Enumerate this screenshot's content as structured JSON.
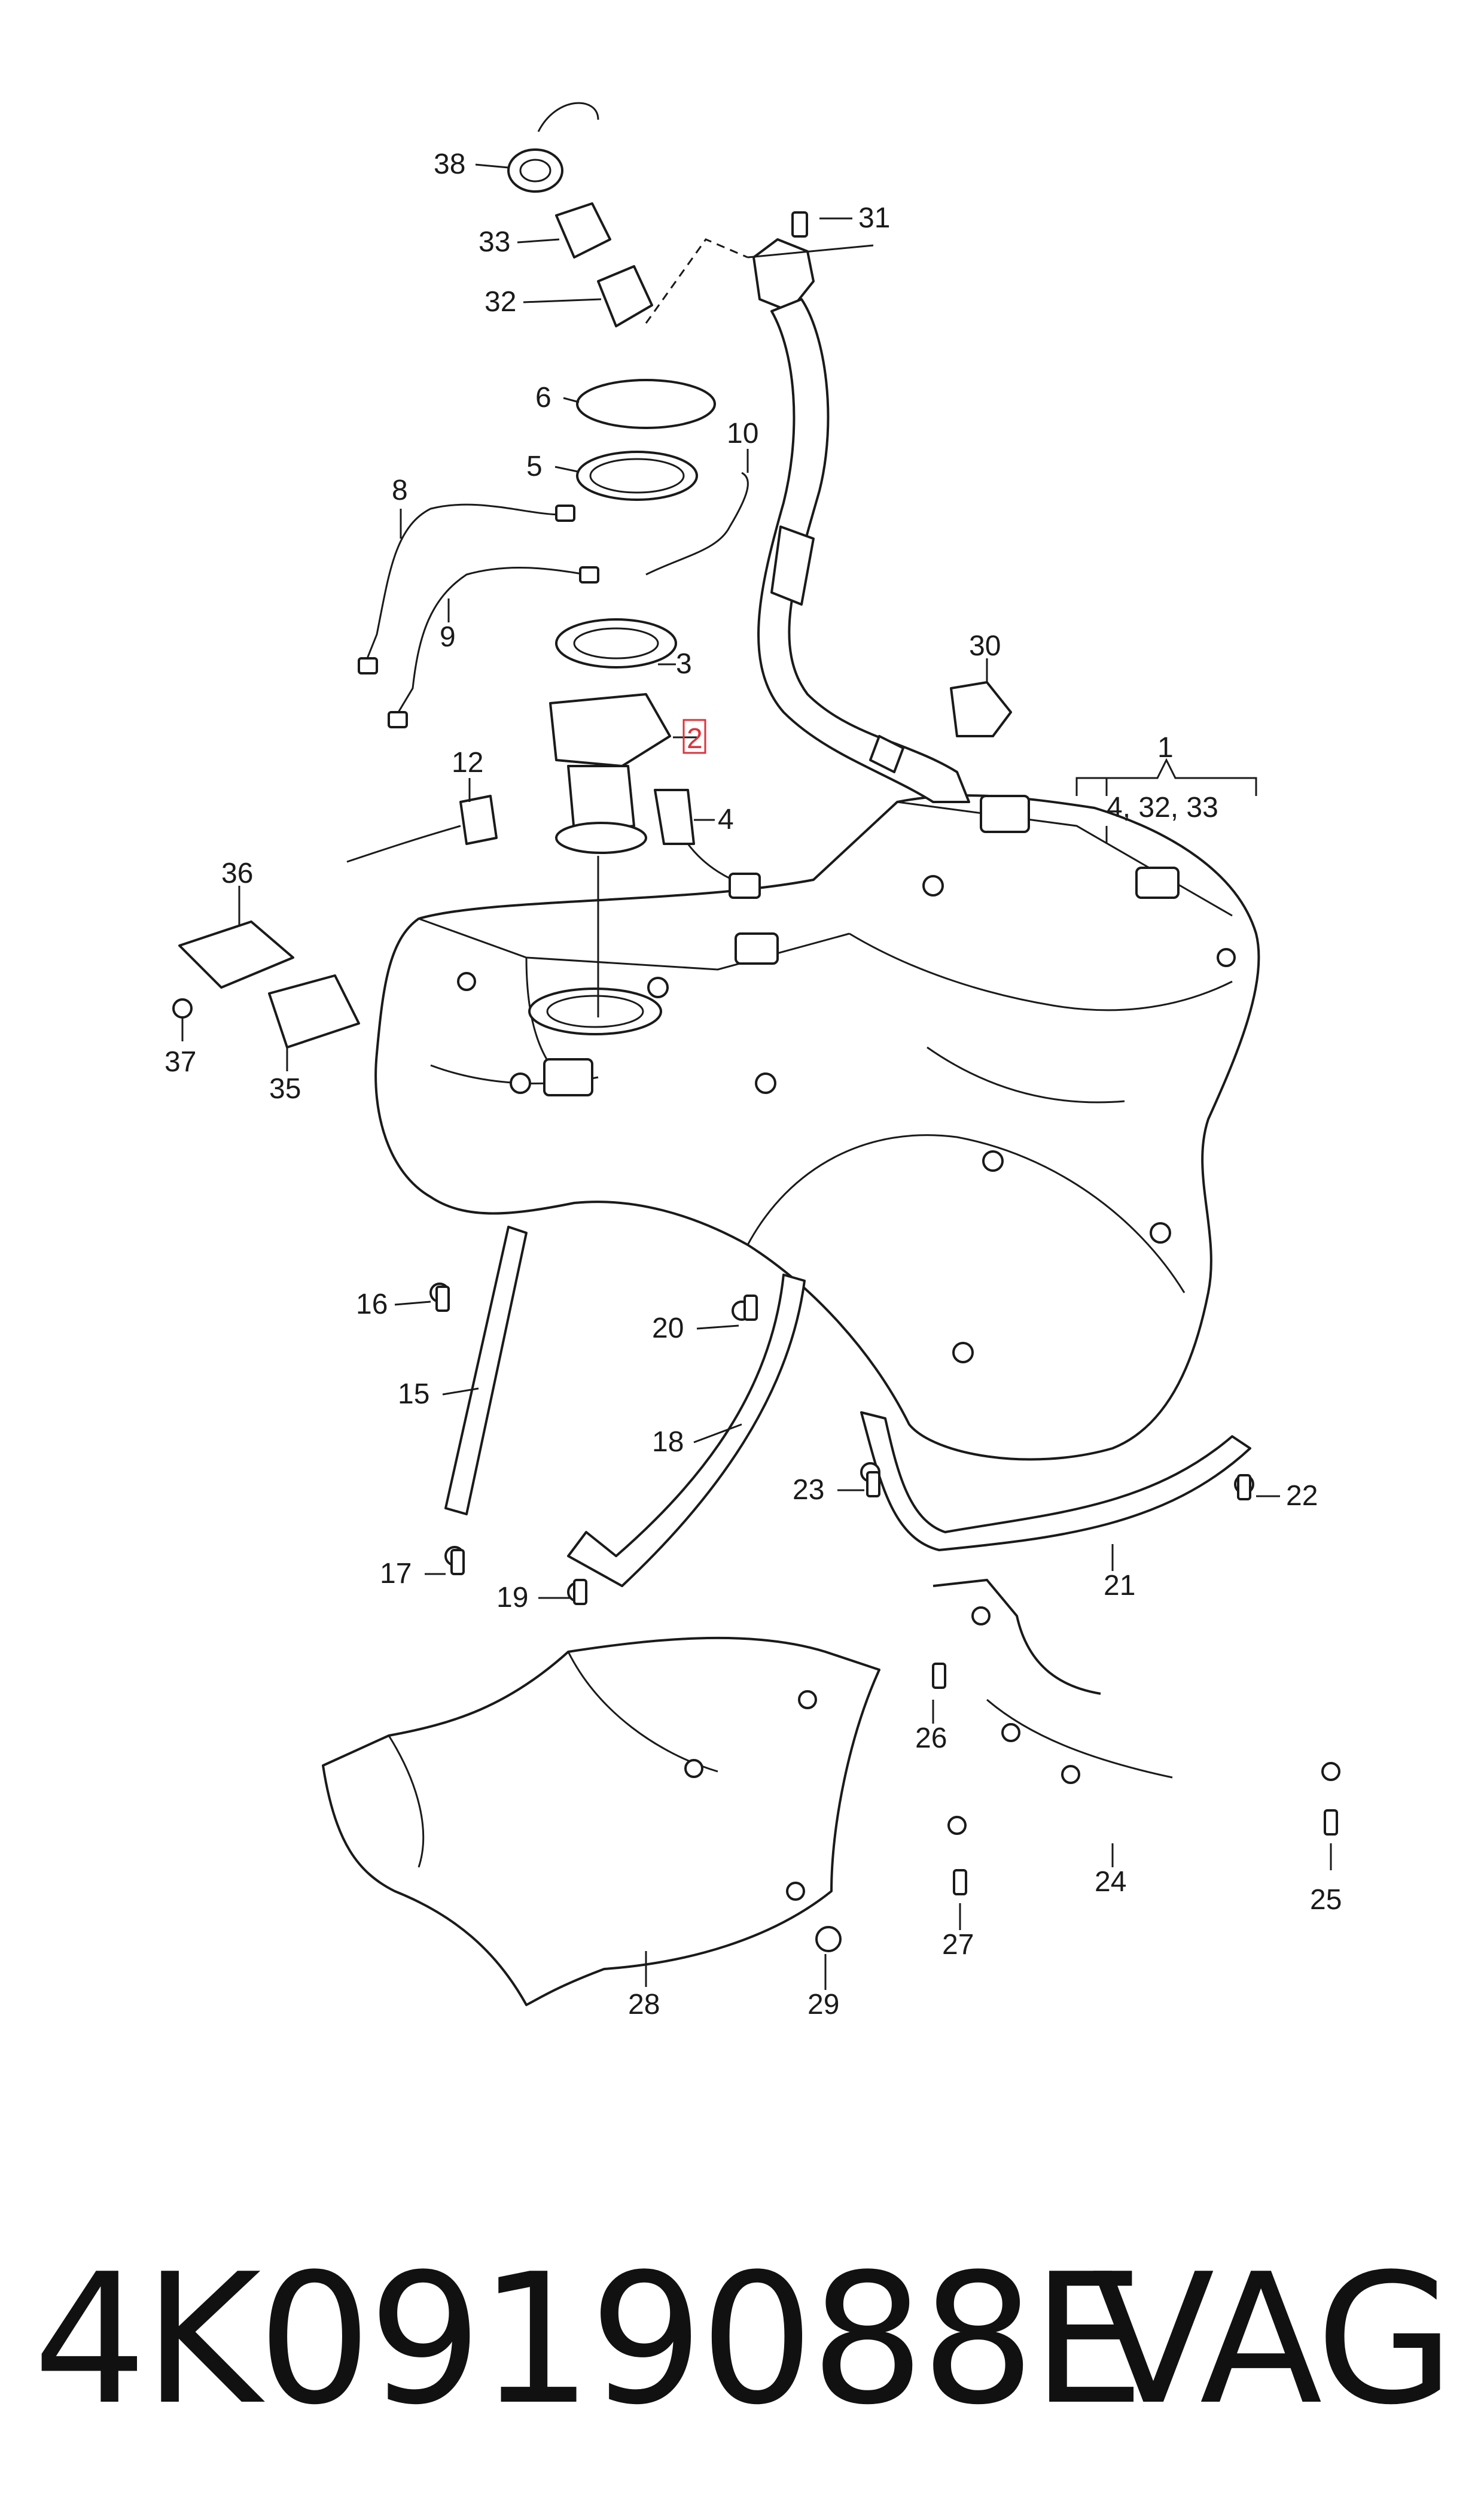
{
  "callouts": {
    "c1": "1",
    "c1sub": "4, 32, 33",
    "c2": "2",
    "c3": "3",
    "c4": "4",
    "c5": "5",
    "c6": "6",
    "c8": "8",
    "c9": "9",
    "c10": "10",
    "c12": "12",
    "c15": "15",
    "c16": "16",
    "c17": "17",
    "c18": "18",
    "c19": "19",
    "c20": "20",
    "c21": "21",
    "c22": "22",
    "c23": "23",
    "c24": "24",
    "c25": "25",
    "c26": "26",
    "c27": "27",
    "c28": "28",
    "c29": "29",
    "c30": "30",
    "c31": "31",
    "c32": "32",
    "c33": "33",
    "c35": "35",
    "c36": "36",
    "c37": "37",
    "c38": "38"
  },
  "highlight_color": "#e0313a",
  "caption": {
    "part_number": "4K0919088E",
    "brand": "VAG"
  }
}
